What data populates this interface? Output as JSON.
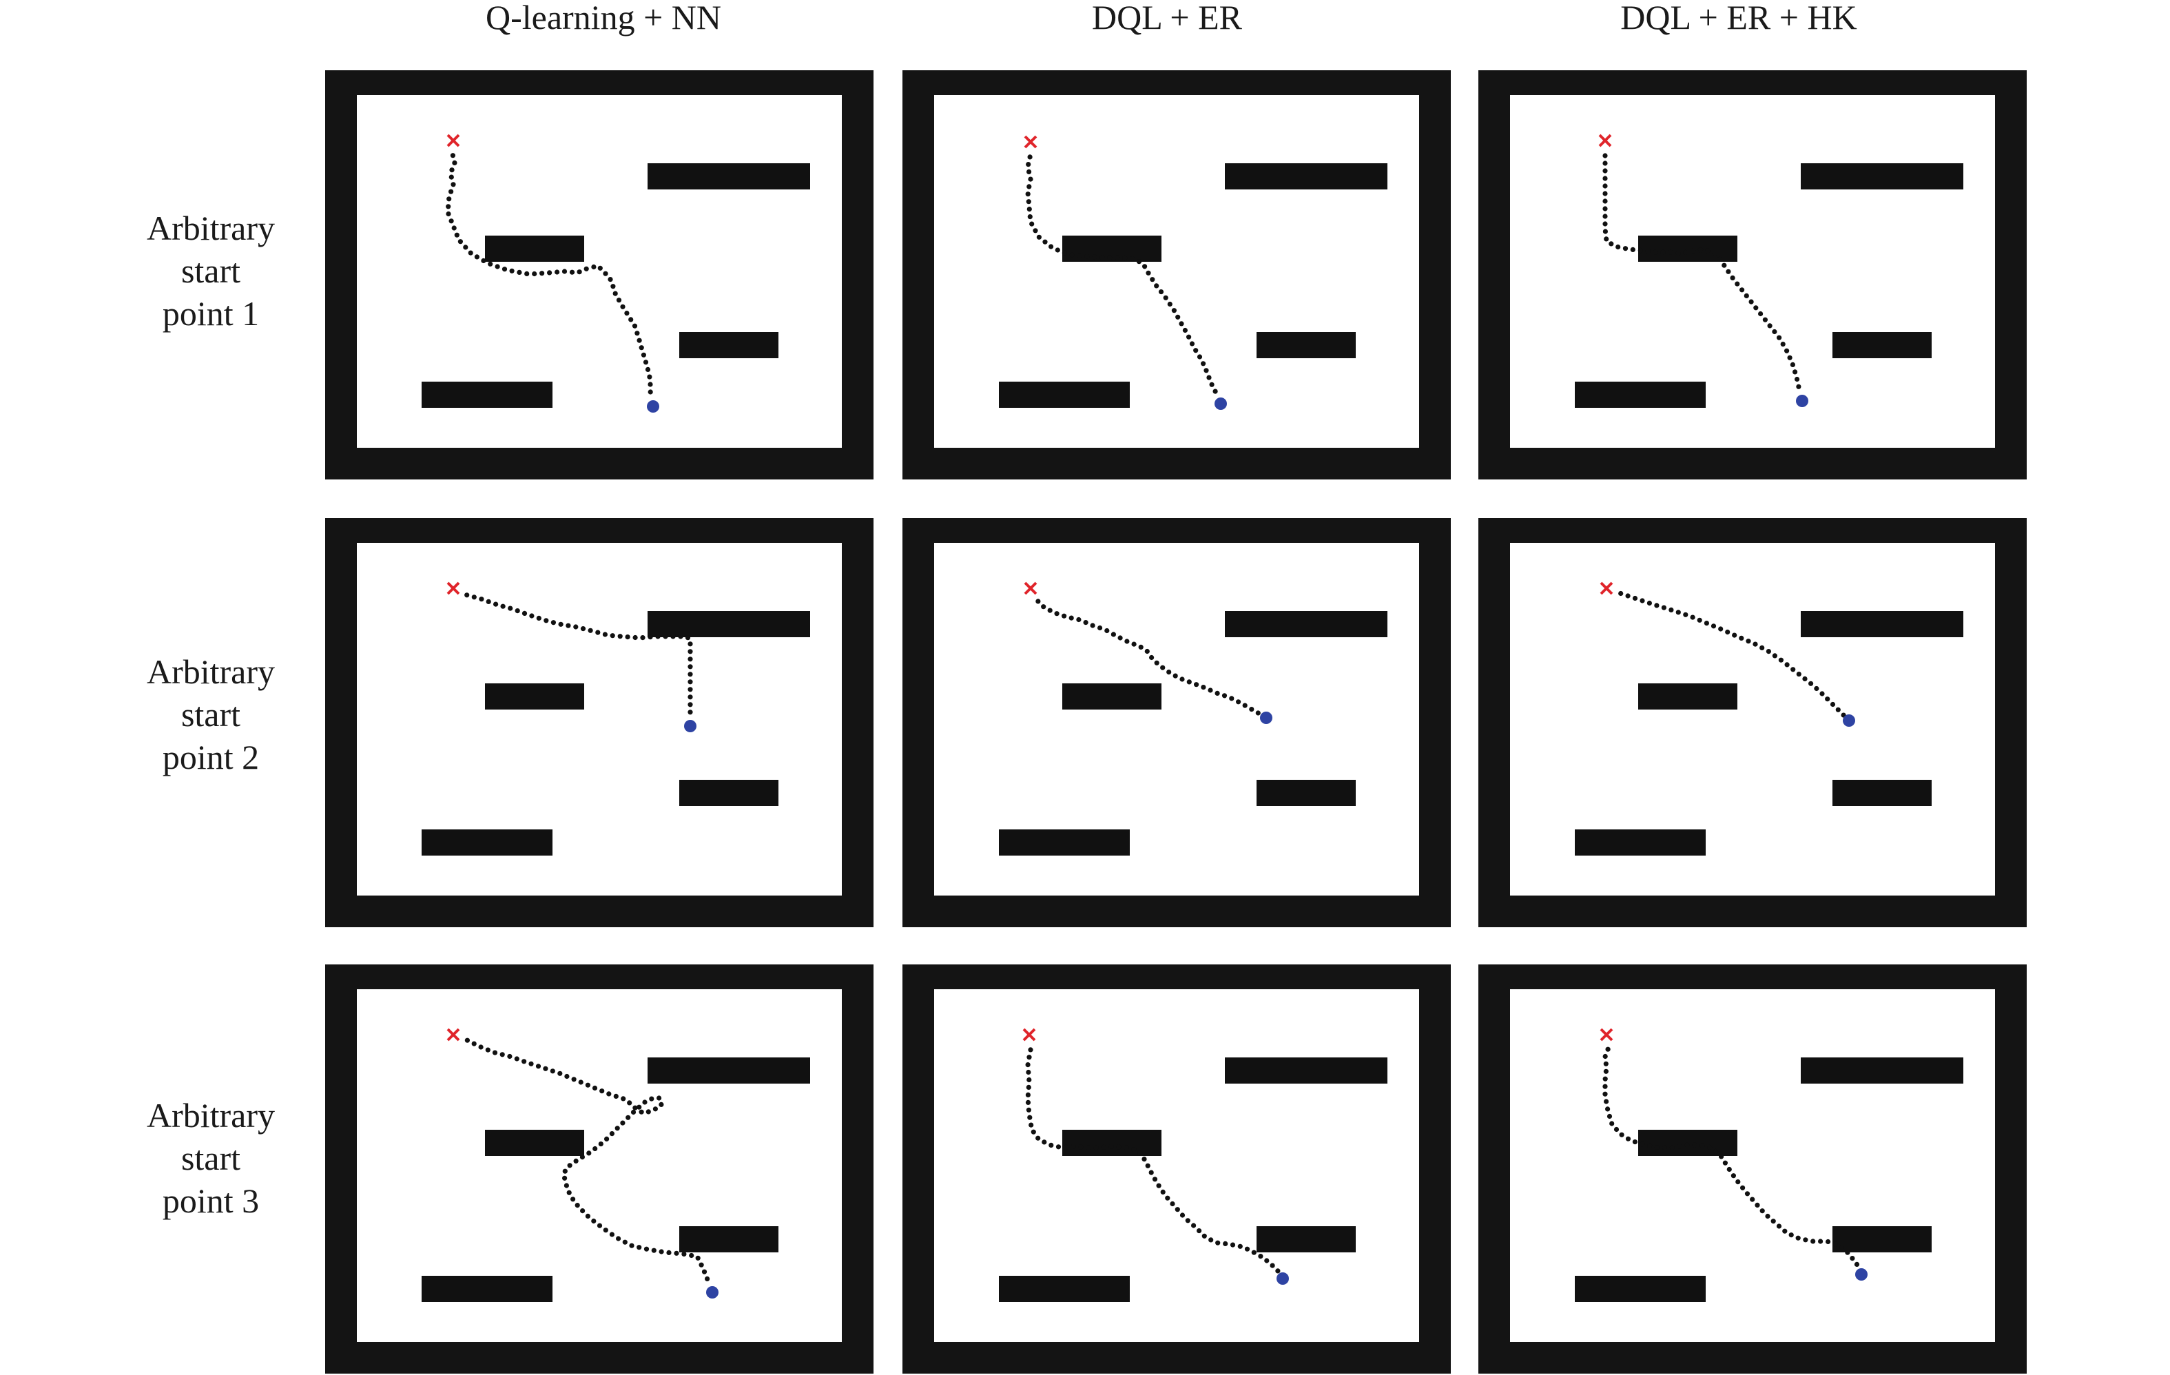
{
  "columns": [
    {
      "title": "Q-learning + NN"
    },
    {
      "title": "DQL + ER"
    },
    {
      "title": "DQL + ER + HK"
    }
  ],
  "rows": [
    {
      "label_lines": [
        "Arbitrary",
        "start",
        "point 1"
      ]
    },
    {
      "label_lines": [
        "Arbitrary",
        "start",
        "point 2"
      ]
    },
    {
      "label_lines": [
        "Arbitrary",
        "start",
        "point 3"
      ]
    }
  ],
  "colors": {
    "frame": "#141414",
    "arena_bg": "#ffffff",
    "obstacle": "#111111",
    "path_dot": "#111111",
    "start_marker": "#e0242a",
    "goal_marker": "#2e43a3"
  },
  "icons": {
    "start": "red-x-marker-icon",
    "goal": "blue-dot-goal-icon"
  },
  "obstacles": [
    {
      "name": "top-right-bar"
    },
    {
      "name": "upper-left-bar"
    },
    {
      "name": "middle-right-bar"
    },
    {
      "name": "bottom-left-bar"
    }
  ]
}
